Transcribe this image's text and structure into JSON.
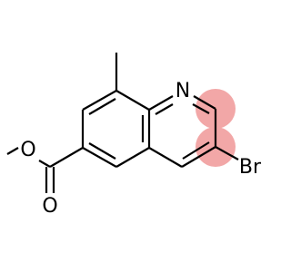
{
  "molecule": {
    "atoms": {
      "nitrogen": "N",
      "bromine": "Br",
      "ester_oxygen": "O",
      "carbonyl_oxygen": "O"
    },
    "colors": {
      "bond": "#000000",
      "highlight": "#f2a7a7",
      "background": "#ffffff"
    }
  }
}
